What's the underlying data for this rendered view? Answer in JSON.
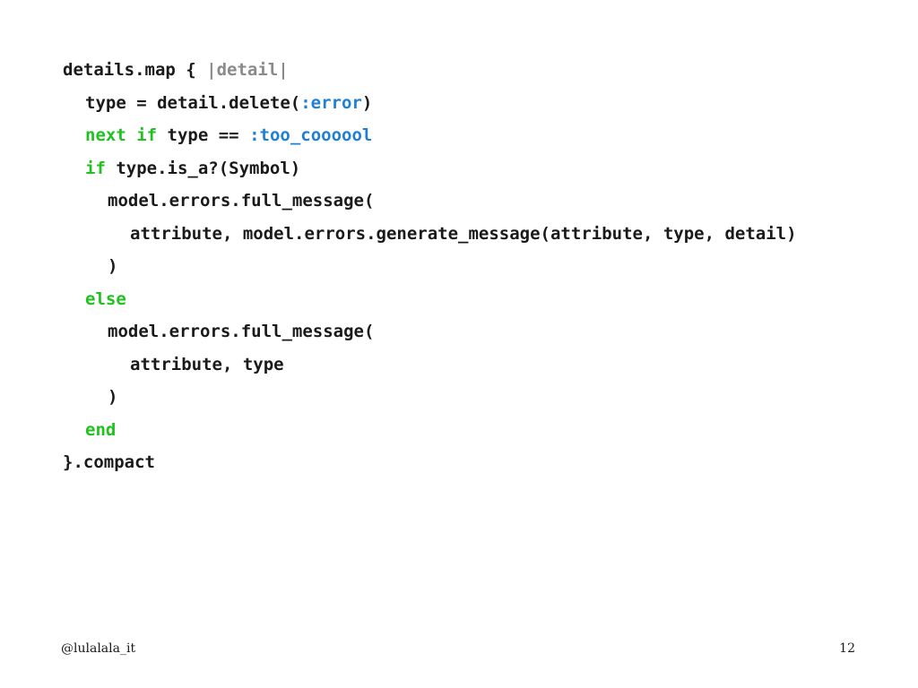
{
  "code": {
    "l1": {
      "a": "details.map { ",
      "b": "|detail|"
    },
    "l2": {
      "a": "type = detail.delete(",
      "b": ":error",
      "c": ")"
    },
    "l3": {
      "a": "next",
      "b": " ",
      "c": "if",
      "d": " type == ",
      "e": ":too_coooool"
    },
    "l4": {
      "a": "if",
      "b": " type.is_a?(Symbol)"
    },
    "l5": {
      "a": "model.errors.full_message("
    },
    "l6": {
      "a": "attribute, model.errors.generate_message(attribute, type, detail)"
    },
    "l7": {
      "a": ")"
    },
    "l8": {
      "a": "else"
    },
    "l9": {
      "a": "model.errors.full_message("
    },
    "l10": {
      "a": "attribute, type"
    },
    "l11": {
      "a": ")"
    },
    "l12": {
      "a": "end"
    },
    "l13": {
      "a": "}.compact"
    }
  },
  "footer": {
    "handle": "@lulalala_it",
    "page_number": "12"
  },
  "colors": {
    "keyword": "#1fc21f",
    "symbol": "#1f7fd6",
    "block_param": "#8a8a8a",
    "text": "#1a1a1a",
    "background": "#ffffff"
  }
}
